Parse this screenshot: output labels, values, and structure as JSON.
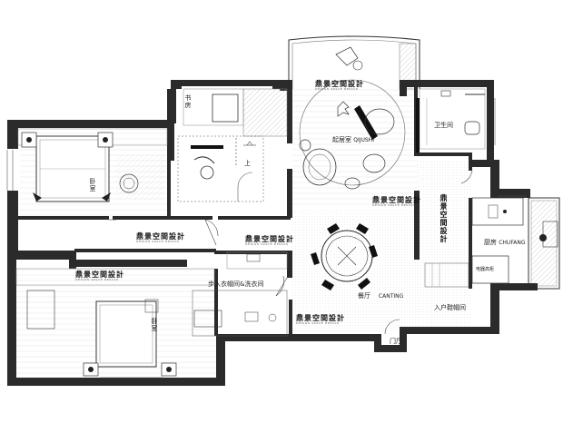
{
  "rooms": {
    "study_top": "书房",
    "living": "起居室",
    "living_en": "QIJUSHI",
    "bathroom": "卫生间",
    "stairs_up": "上",
    "bedroom_top": "卧室",
    "kitchen": "厨房",
    "kitchen_en": "CHUFANG",
    "kitchen_appliance": "电器高柜",
    "walkin": "步入衣帽间&洗衣间",
    "bedroom_master": "卧室",
    "dining": "餐厅",
    "dining_en": "CANTING",
    "entrance_closet": "入户鞋帽间",
    "foyer": "门厅"
  },
  "watermark": {
    "text": "鼎景空間設計",
    "sub": "DESIGN SPACE DESIGN"
  },
  "colors": {
    "wall": "#2b2b2b",
    "line": "#333333",
    "hatch": "#9a9a9a",
    "floor_tile": "#eeeeee"
  }
}
